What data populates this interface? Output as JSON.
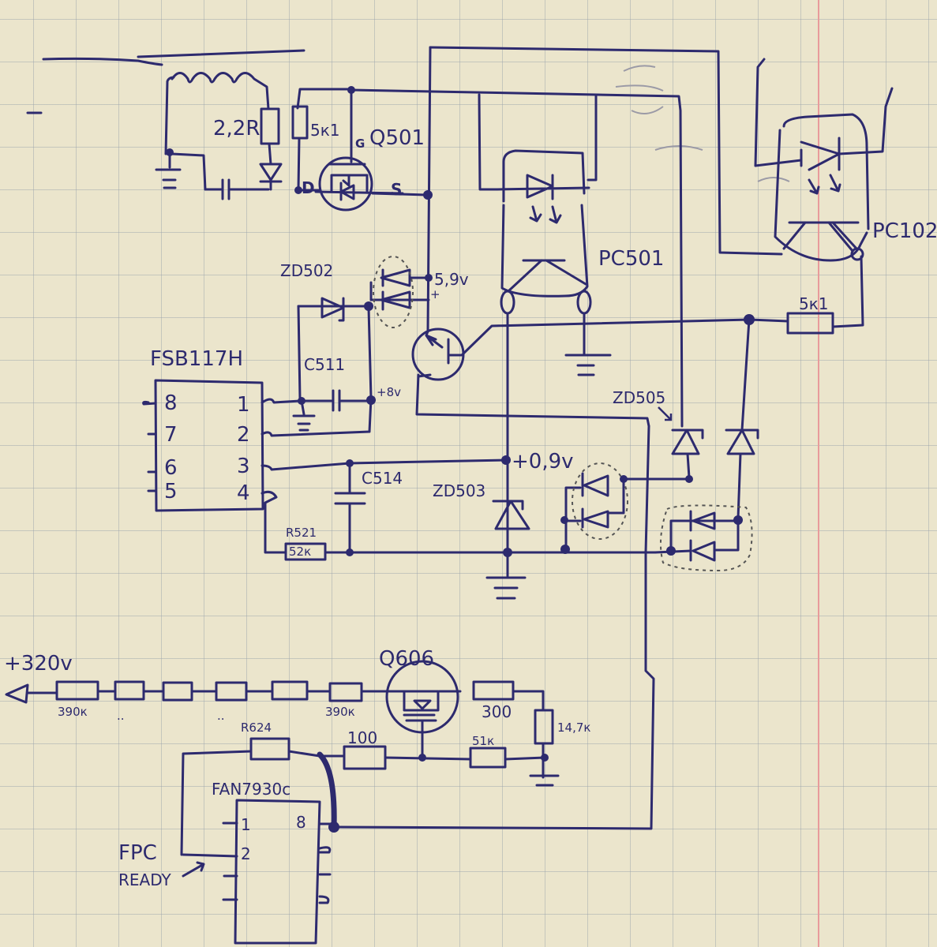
{
  "ink_color": "#2d2a6e",
  "paper_color": "#ebe5cc",
  "margin_line_color": "#e89b9b",
  "components": {
    "r_22": {
      "value": "2,2R"
    },
    "r_5k1_top": {
      "value": "5к1"
    },
    "q501": {
      "name": "Q501",
      "gate": "G",
      "drain": "D",
      "source": "S"
    },
    "zd502": {
      "name": "ZD502"
    },
    "v_59": {
      "value": "5,9v",
      "sign": "+"
    },
    "fsb117h": {
      "name": "FSB117H",
      "pins_left": [
        "8",
        "7",
        "6",
        "5"
      ],
      "pins_right": [
        "1",
        "2",
        "3",
        "4"
      ]
    },
    "c511": {
      "name": "C511"
    },
    "v_8": {
      "value": "+8v"
    },
    "c514": {
      "name": "C514"
    },
    "r521": {
      "name": "R521",
      "value": "52к"
    },
    "v_09": {
      "value": "+0,9v"
    },
    "zd503": {
      "name": "ZD503"
    },
    "pc501": {
      "name": "PC501"
    },
    "pc102": {
      "name": "PC102"
    },
    "r_5k1_right": {
      "value": "5к1"
    },
    "zd505": {
      "name": "ZD505"
    },
    "hv": {
      "value": "+320v"
    },
    "r_390k_first": {
      "value": "390к",
      "ellipsis": ".."
    },
    "r_390k_last": {
      "value": "390к",
      "ellipsis2": ".."
    },
    "q606": {
      "name": "Q606"
    },
    "r_300": {
      "value": "300"
    },
    "r_14k7": {
      "value": "14,7к"
    },
    "r624": {
      "name": "R624"
    },
    "r_100": {
      "value": "100"
    },
    "r_51k": {
      "value": "51к"
    },
    "fan7930": {
      "name": "FAN7930c",
      "pin1": "1",
      "pin2": "2",
      "pin8": "8"
    },
    "fpc": {
      "line1": "FPC",
      "line2": "READY"
    },
    "dash_mark": "—"
  }
}
